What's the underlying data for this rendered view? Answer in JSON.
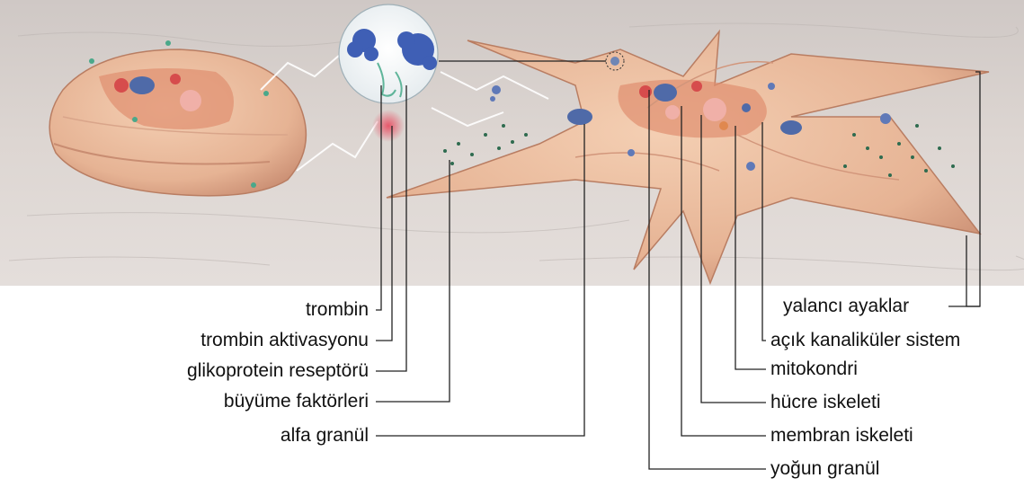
{
  "labels_left": {
    "trombin": "trombin",
    "trombin_aktivasyonu": "trombin aktivasyonu",
    "glikoprotein_reseptoru": "glikoprotein reseptörü",
    "buyume_faktorleri": "büyüme faktörleri",
    "alfa_granul": "alfa granül"
  },
  "labels_right": {
    "yalanci_ayaklar": "yalancı ayaklar",
    "acik_kanalikuler_sistem": "açık kanaliküler sistem",
    "mitokondri": "mitokondri",
    "hucre_iskeleti": "hücre iskeleti",
    "membran_iskeleti": "membran iskeleti",
    "yogun_granul": "yoğun granül"
  },
  "colors": {
    "background_surface": "#d8d2cf",
    "cell_body": "#e9b99a",
    "cell_shadow": "#c98d72",
    "thrombin_blue": "#3f5fb5",
    "leader_line": "#222222"
  }
}
